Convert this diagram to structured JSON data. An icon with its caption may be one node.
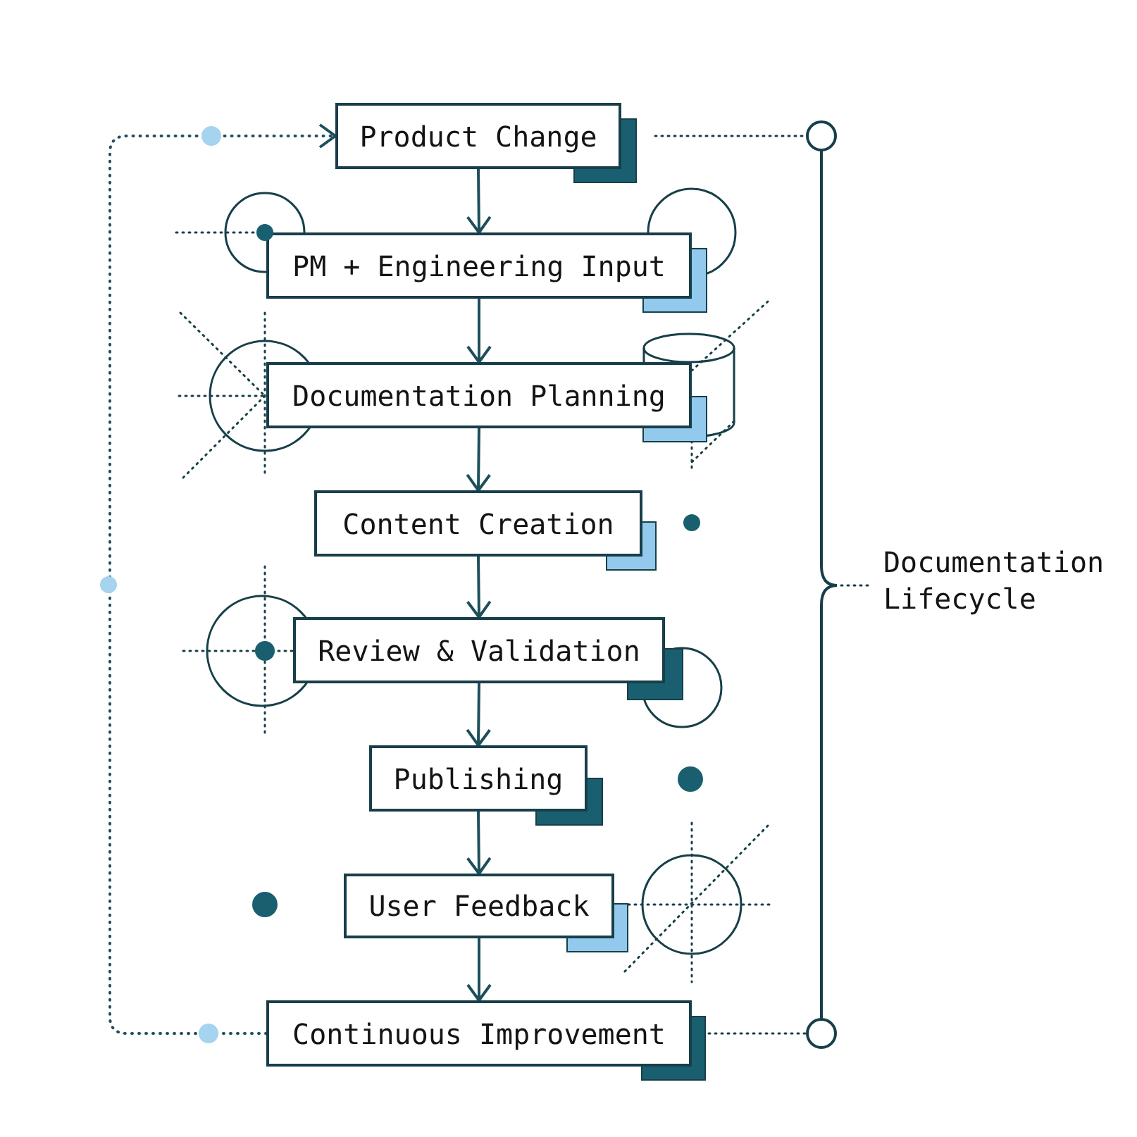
{
  "diagram": {
    "nodes": [
      {
        "text": [
          "Product Change"
        ]
      },
      {
        "text": [
          "PM + Engineering Input"
        ]
      },
      {
        "text": [
          "Documentation Planning"
        ]
      },
      {
        "text": [
          "Content Creation"
        ]
      },
      {
        "text": [
          "Review & Validation"
        ]
      },
      {
        "text": [
          "Publishing"
        ]
      },
      {
        "text": [
          "User Feedback"
        ]
      },
      {
        "text": [
          "Continuous Improvement"
        ]
      }
    ],
    "edges": [
      {
        "from": 0,
        "to": 1,
        "arrow": "to"
      },
      {
        "from": 1,
        "to": 2,
        "arrow": "to"
      },
      {
        "from": 2,
        "to": 3,
        "arrow": "to"
      },
      {
        "from": 3,
        "to": 4,
        "arrow": "to"
      },
      {
        "from": 4,
        "to": 5,
        "arrow": "to"
      },
      {
        "from": 5,
        "to": 6,
        "arrow": "to"
      },
      {
        "from": 6,
        "to": 7,
        "arrow": "to"
      },
      {
        "from": 7,
        "to": 0,
        "arrow": "to",
        "style": "dashed"
      }
    ],
    "labels": [
      "Documentation Lifecycle"
    ]
  }
}
